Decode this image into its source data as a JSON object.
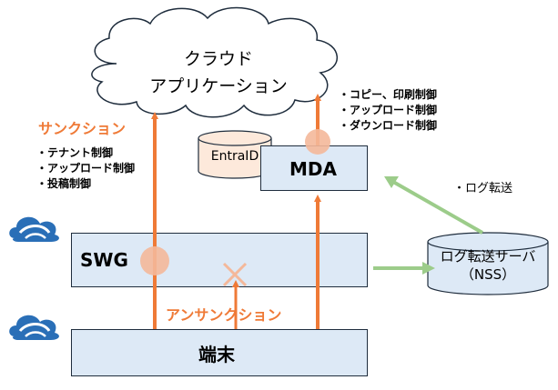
{
  "cloud": {
    "line1": "クラウド",
    "line2": "アプリケーション"
  },
  "sanction": {
    "title": "サンクション",
    "items": [
      "テナント制御",
      "アップロード制御",
      "投稿制御"
    ]
  },
  "mda_controls": [
    "コピー、印刷制御",
    "アップロード制御",
    "ダウンロード制御"
  ],
  "entra": {
    "label": "EntraID"
  },
  "mda": {
    "label": "MDA"
  },
  "swg": {
    "label": "SWG"
  },
  "terminal": {
    "label": "端末"
  },
  "unsanction": {
    "label": "アンサンクション"
  },
  "log_transfer": {
    "bullet": "ログ転送"
  },
  "log_server": {
    "line1": "ログ転送サーバ",
    "line2": "（NSS）"
  },
  "colors": {
    "orange": "#ef7a37",
    "green": "#9ccc8a",
    "box_fill": "#dde9f6",
    "zscaler_blue": "#2a6fb7"
  }
}
